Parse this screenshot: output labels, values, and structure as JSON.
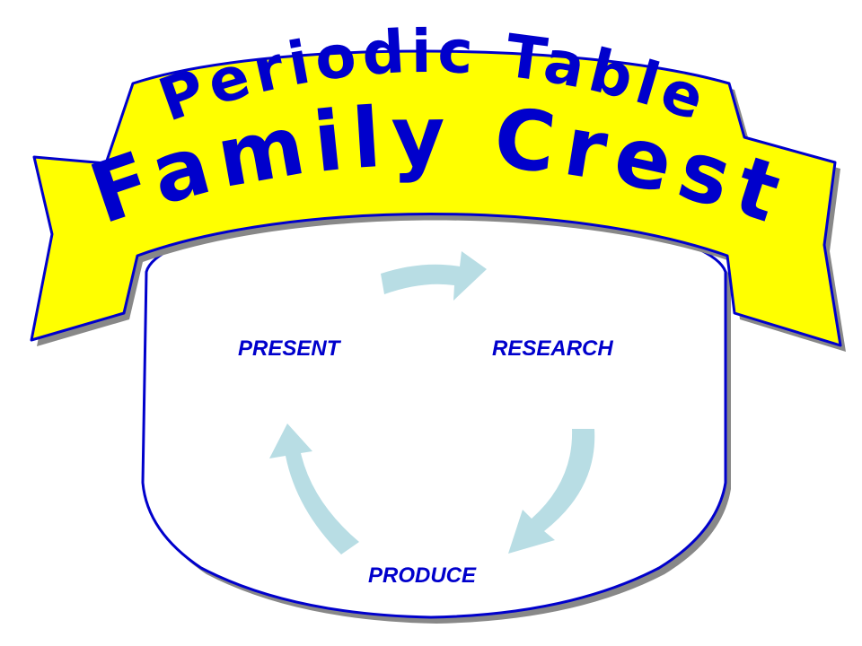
{
  "banner": {
    "title_line1": "Periodic Table",
    "title_line2": "Family Crest"
  },
  "cycle": {
    "steps": [
      "RESEARCH",
      "PRODUCE",
      "PRESENT"
    ]
  },
  "colors": {
    "banner_fill": "#ffff00",
    "outline": "#0000cc",
    "text": "#0000cc",
    "shadow": "#888888",
    "arrow": "#b8dde4",
    "crest_fill": "#ffffff"
  }
}
